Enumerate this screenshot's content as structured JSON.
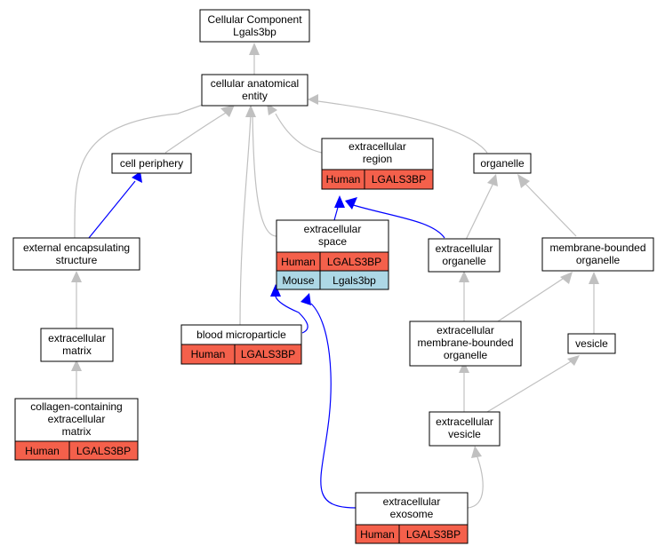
{
  "nodes": {
    "root": {
      "lines": [
        "Cellular Component",
        "Lgals3bp"
      ]
    },
    "cae": {
      "lines": [
        "cellular anatomical",
        "entity"
      ]
    },
    "cell_periphery": {
      "lines": [
        "cell periphery"
      ]
    },
    "extracellular_region": {
      "lines": [
        "extracellular",
        "region"
      ],
      "rows": [
        [
          "Human",
          "LGALS3BP"
        ]
      ]
    },
    "organelle": {
      "lines": [
        "organelle"
      ]
    },
    "external_encapsulating": {
      "lines": [
        "external encapsulating",
        "structure"
      ]
    },
    "extracellular_space": {
      "lines": [
        "extracellular",
        "space"
      ],
      "rows": [
        [
          "Human",
          "LGALS3BP"
        ],
        [
          "Mouse",
          "Lgals3bp"
        ]
      ]
    },
    "extracellular_organelle": {
      "lines": [
        "extracellular",
        "organelle"
      ]
    },
    "membrane_bounded_organelle": {
      "lines": [
        "membrane-bounded",
        "organelle"
      ]
    },
    "extracellular_matrix": {
      "lines": [
        "extracellular",
        "matrix"
      ]
    },
    "blood_microparticle": {
      "lines": [
        "blood microparticle"
      ],
      "rows": [
        [
          "Human",
          "LGALS3BP"
        ]
      ]
    },
    "ec_membrane_bounded_organelle": {
      "lines": [
        "extracellular",
        "membrane-bounded",
        "organelle"
      ]
    },
    "vesicle": {
      "lines": [
        "vesicle"
      ]
    },
    "collagen_ecm": {
      "lines": [
        "collagen-containing",
        "extracellular",
        "matrix"
      ],
      "rows": [
        [
          "Human",
          "LGALS3BP"
        ]
      ]
    },
    "extracellular_vesicle": {
      "lines": [
        "extracellular",
        "vesicle"
      ]
    },
    "extracellular_exosome": {
      "lines": [
        "extracellular",
        "exosome"
      ],
      "rows": [
        [
          "Human",
          "LGALS3BP"
        ]
      ]
    }
  },
  "colors": {
    "human_row": "#f4604b",
    "mouse_row": "#add8e6",
    "edge_gray": "#c0c0c0",
    "edge_blue": "#0000ff"
  }
}
